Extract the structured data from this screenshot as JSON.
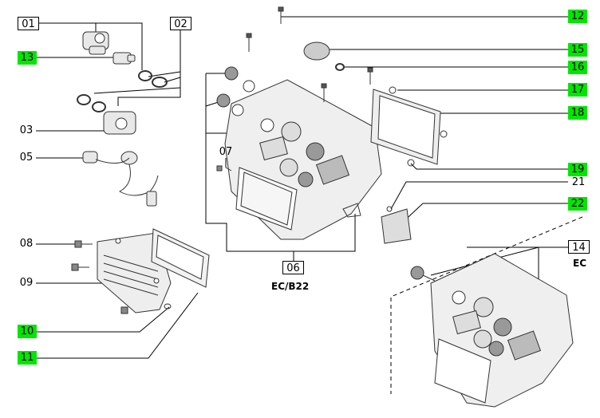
{
  "labels": {
    "l01": "01",
    "l02": "02",
    "l03": "03",
    "l05": "05",
    "l06": "06",
    "l07": "07",
    "l08": "08",
    "l09": "09",
    "l10": "10",
    "l11": "11",
    "l12": "12",
    "l13": "13",
    "l14": "14",
    "l15": "15",
    "l16": "16",
    "l17": "17",
    "l18": "18",
    "l19": "19",
    "l21": "21",
    "l22": "22"
  },
  "variants": {
    "main": "EC/B22",
    "alt": "EC"
  },
  "colors": {
    "highlight": "#00e600",
    "line": "#000000",
    "part_fill": "#e8e8e8",
    "part_stroke": "#333333"
  }
}
